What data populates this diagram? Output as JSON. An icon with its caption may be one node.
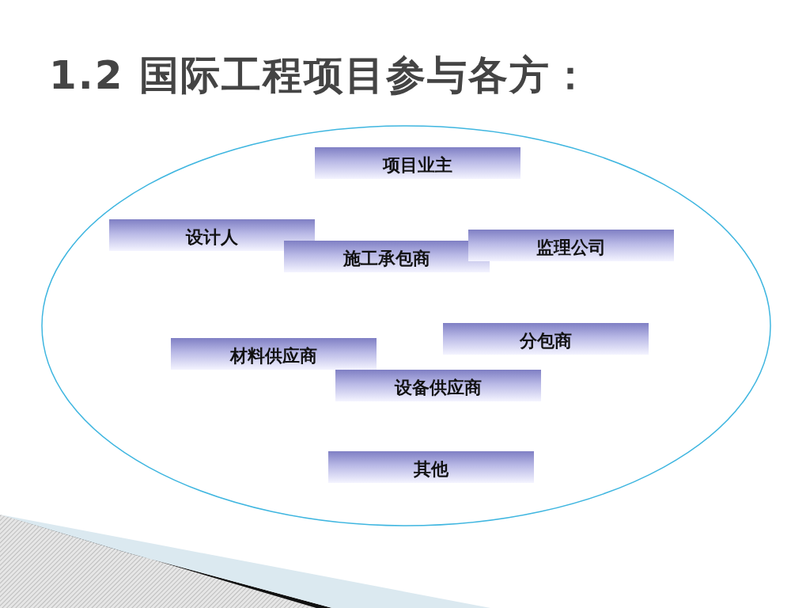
{
  "diagram": {
    "title": "1.2 国际工程项目参与各方：",
    "nodes": [
      {
        "text": [],
        "shape": "ellipse"
      },
      {
        "text": [
          "项目业主"
        ],
        "in": 0
      },
      {
        "text": [
          "设计人"
        ],
        "in": 0
      },
      {
        "text": [
          "监理公司"
        ],
        "in": 0
      },
      {
        "text": [
          "施工承包商"
        ],
        "in": 0
      },
      {
        "text": [
          "分包商"
        ],
        "in": 0
      },
      {
        "text": [
          "材料供应商"
        ],
        "in": 0
      },
      {
        "text": [
          "设备供应商"
        ],
        "in": 0
      },
      {
        "text": [
          "其他"
        ],
        "in": 0
      }
    ],
    "edges": []
  }
}
